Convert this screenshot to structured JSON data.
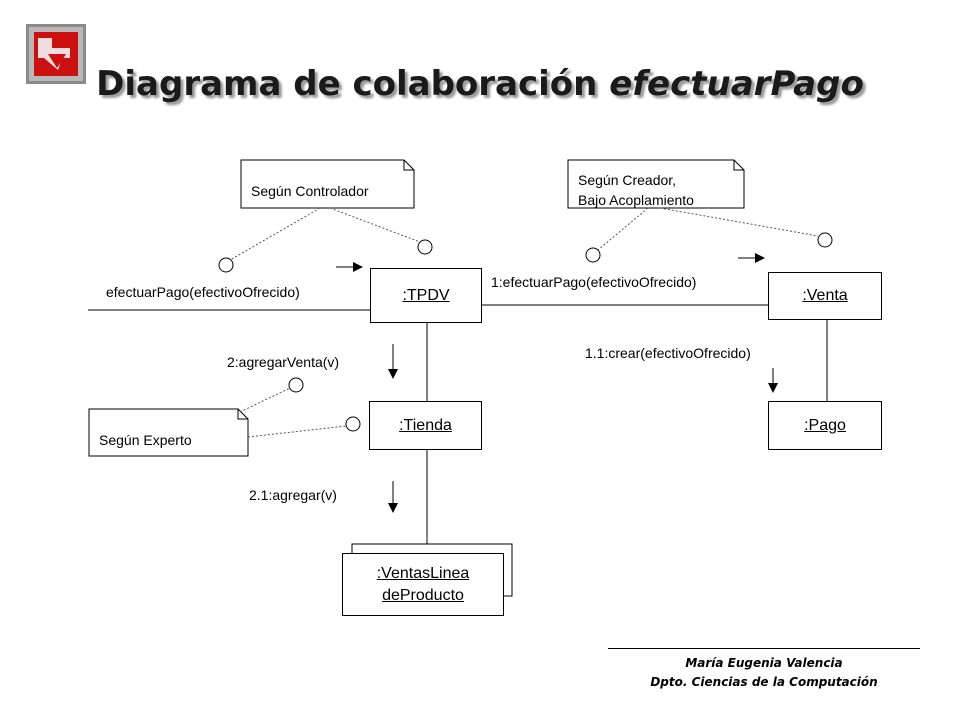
{
  "title": {
    "main": "Diagrama de colaboración",
    "italic": "efectuarPago"
  },
  "logo_icon": "red-arrow-logo-icon",
  "objects": {
    "tpdv": ":TPDV",
    "venta": ":Venta",
    "tienda": ":Tienda",
    "pago": ":Pago",
    "ventas_linea": [
      ":VentasLinea",
      "deProducto"
    ]
  },
  "messages": {
    "m0": "efectuarPago(efectivoOfrecido)",
    "m1": "1:efectuarPago(efectivoOfrecido)",
    "m11": "1.1:crear(efectivoOfrecido)",
    "m2": "2:agregarVenta(v)",
    "m21": "2.1:agregar(v)"
  },
  "notes": {
    "controlador": "Según Controlador",
    "creador": [
      "Según Creador,",
      "Bajo Acoplamiento"
    ],
    "experto": "Según Experto"
  },
  "footer": {
    "author": "María Eugenia Valencia",
    "dept": "Dpto. Ciencias de la Computación"
  }
}
